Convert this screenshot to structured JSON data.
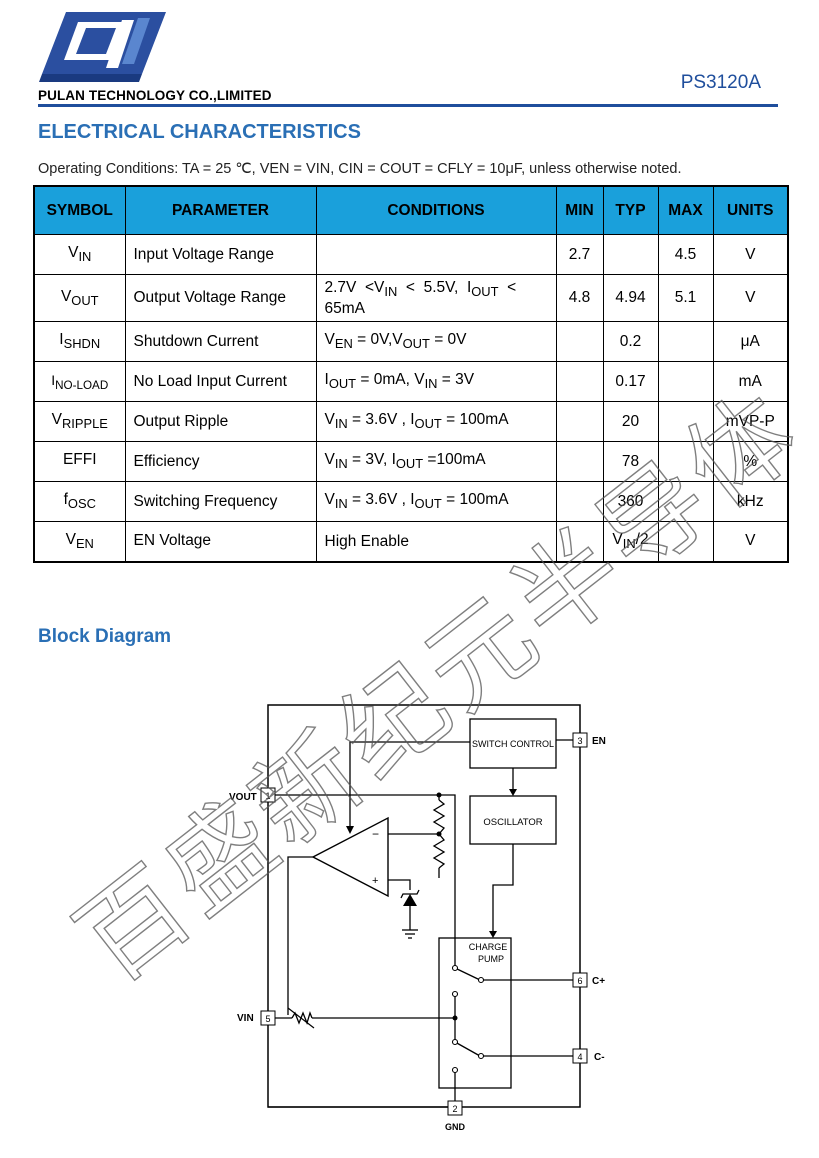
{
  "header": {
    "company": "PULAN TECHNOLOGY CO.,LIMITED",
    "part_number": "PS3120A"
  },
  "ec_title": "ELECTRICAL CHARACTERISTICS",
  "operating_conditions": "Operating Conditions: TA = 25 ℃, VEN = VIN, CIN = COUT = CFLY = 10μF, unless otherwise noted.",
  "table": {
    "headers": {
      "symbol": "SYMBOL",
      "parameter": "PARAMETER",
      "conditions": "CONDITIONS",
      "min": "MIN",
      "typ": "TYP",
      "max": "MAX",
      "units": "UNITS"
    },
    "rows": [
      {
        "sym": "V",
        "sub": "IN",
        "parameter": "Input Voltage Range",
        "min": "2.7",
        "typ": "",
        "max": "4.5",
        "units": "V"
      },
      {
        "sym": "V",
        "sub": "OUT",
        "parameter": "Output Voltage Range",
        "min": "4.8",
        "typ": "4.94",
        "max": "5.1",
        "units": "V"
      },
      {
        "sym": "I",
        "sub": "SHDN",
        "parameter": "Shutdown Current",
        "min": "",
        "typ": "0.2",
        "max": "",
        "units": "μA"
      },
      {
        "sym": "I",
        "sub": "NO-LOAD",
        "parameter": "No Load Input Current",
        "min": "",
        "typ": "0.17",
        "max": "",
        "units": "mA"
      },
      {
        "sym": "V",
        "sub": "RIPPLE",
        "parameter": "Output Ripple",
        "min": "",
        "typ": "20",
        "max": "",
        "units": "mVP-P"
      },
      {
        "sym": "EFFI",
        "sub": "",
        "parameter": "Efficiency",
        "min": "",
        "typ": "78",
        "max": "",
        "units": "%"
      },
      {
        "sym": "f",
        "sub": "OSC",
        "parameter": "Switching Frequency",
        "min": "",
        "typ": "360",
        "max": "",
        "units": "kHz"
      },
      {
        "sym": "V",
        "sub": "EN",
        "parameter": "EN Voltage",
        "min": "",
        "typ": "",
        "max": "",
        "units": "V"
      }
    ],
    "conditions": {
      "vout_a": "2.7V  <V",
      "vout_a_sub": "IN",
      "vout_b": "  <  5.5V,  I",
      "vout_b_sub": "OUT",
      "vout_c": "  <",
      "vout_d": "65mA",
      "shdn_a": "V",
      "shdn_a_sub": "EN",
      "shdn_b": " = 0V,V",
      "shdn_b_sub": "OUT",
      "shdn_c": " = 0V",
      "noload_a": "I",
      "noload_a_sub": "OUT",
      "noload_b": " = 0mA, V",
      "noload_b_sub": "IN",
      "noload_c": " = 3V",
      "ripple_a": "V",
      "ripple_a_sub": "IN",
      "ripple_b": " = 3.6V , I",
      "ripple_b_sub": "OUT",
      "ripple_c": " = 100mA",
      "effi_a": "V",
      "effi_a_sub": "IN",
      "effi_b": " = 3V, I",
      "effi_b_sub": "OUT",
      "effi_c": " =100mA",
      "osc_a": "V",
      "osc_a_sub": "IN",
      "osc_b": " = 3.6V , I",
      "osc_b_sub": "OUT",
      "osc_c": " = 100mA",
      "en": "High Enable",
      "en_typ_a": "V",
      "en_typ_sub": "IN",
      "en_typ_b": "/2"
    }
  },
  "block_diagram": {
    "title": "Block Diagram",
    "switch_control": "SWITCH CONTROL",
    "oscillator": "OSCILLATOR",
    "charge": "CHARGE",
    "pump": "PUMP",
    "pins": {
      "vout_label": "VOUT",
      "vout_num": "1",
      "gnd_label": "GND",
      "gnd_num": "2",
      "en_label": "EN",
      "en_num": "3",
      "cminus_label": "C-",
      "cminus_num": "4",
      "vin_label": "VIN",
      "vin_num": "5",
      "cplus_label": "C+",
      "cplus_num": "6"
    },
    "opamp_minus": "−",
    "opamp_plus": "+"
  },
  "watermark": "百盛新纪元半导体",
  "colors": {
    "brand_blue": "#1f4e9c",
    "heading_blue": "#2a6fb5",
    "table_header": "#1aa0db"
  }
}
